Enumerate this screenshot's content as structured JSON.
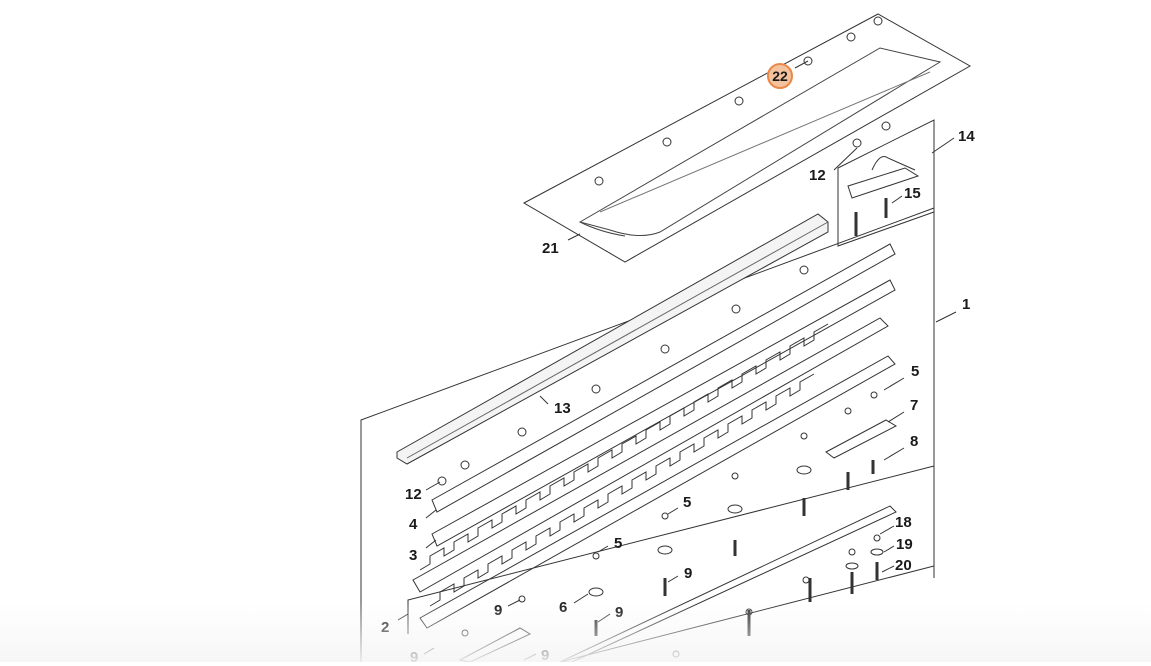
{
  "diagram": {
    "callouts": [
      {
        "key": "c22",
        "text": "22",
        "highlight": true
      },
      {
        "key": "c14",
        "text": "14"
      },
      {
        "key": "c12a",
        "text": "12"
      },
      {
        "key": "c15",
        "text": "15"
      },
      {
        "key": "c21",
        "text": "21"
      },
      {
        "key": "c1",
        "text": "1"
      },
      {
        "key": "c13",
        "text": "13"
      },
      {
        "key": "c5a",
        "text": "5"
      },
      {
        "key": "c7",
        "text": "7"
      },
      {
        "key": "c8",
        "text": "8"
      },
      {
        "key": "c12b",
        "text": "12"
      },
      {
        "key": "c4",
        "text": "4"
      },
      {
        "key": "c3",
        "text": "3"
      },
      {
        "key": "c5b",
        "text": "5"
      },
      {
        "key": "c5c",
        "text": "5"
      },
      {
        "key": "c18",
        "text": "18"
      },
      {
        "key": "c19",
        "text": "19"
      },
      {
        "key": "c20",
        "text": "20"
      },
      {
        "key": "c9a",
        "text": "9"
      },
      {
        "key": "c9b",
        "text": "9"
      },
      {
        "key": "c6",
        "text": "6"
      },
      {
        "key": "c9c",
        "text": "9"
      },
      {
        "key": "c2",
        "text": "2"
      },
      {
        "key": "c9d",
        "text": "9"
      },
      {
        "key": "c9e",
        "text": "9"
      }
    ]
  }
}
